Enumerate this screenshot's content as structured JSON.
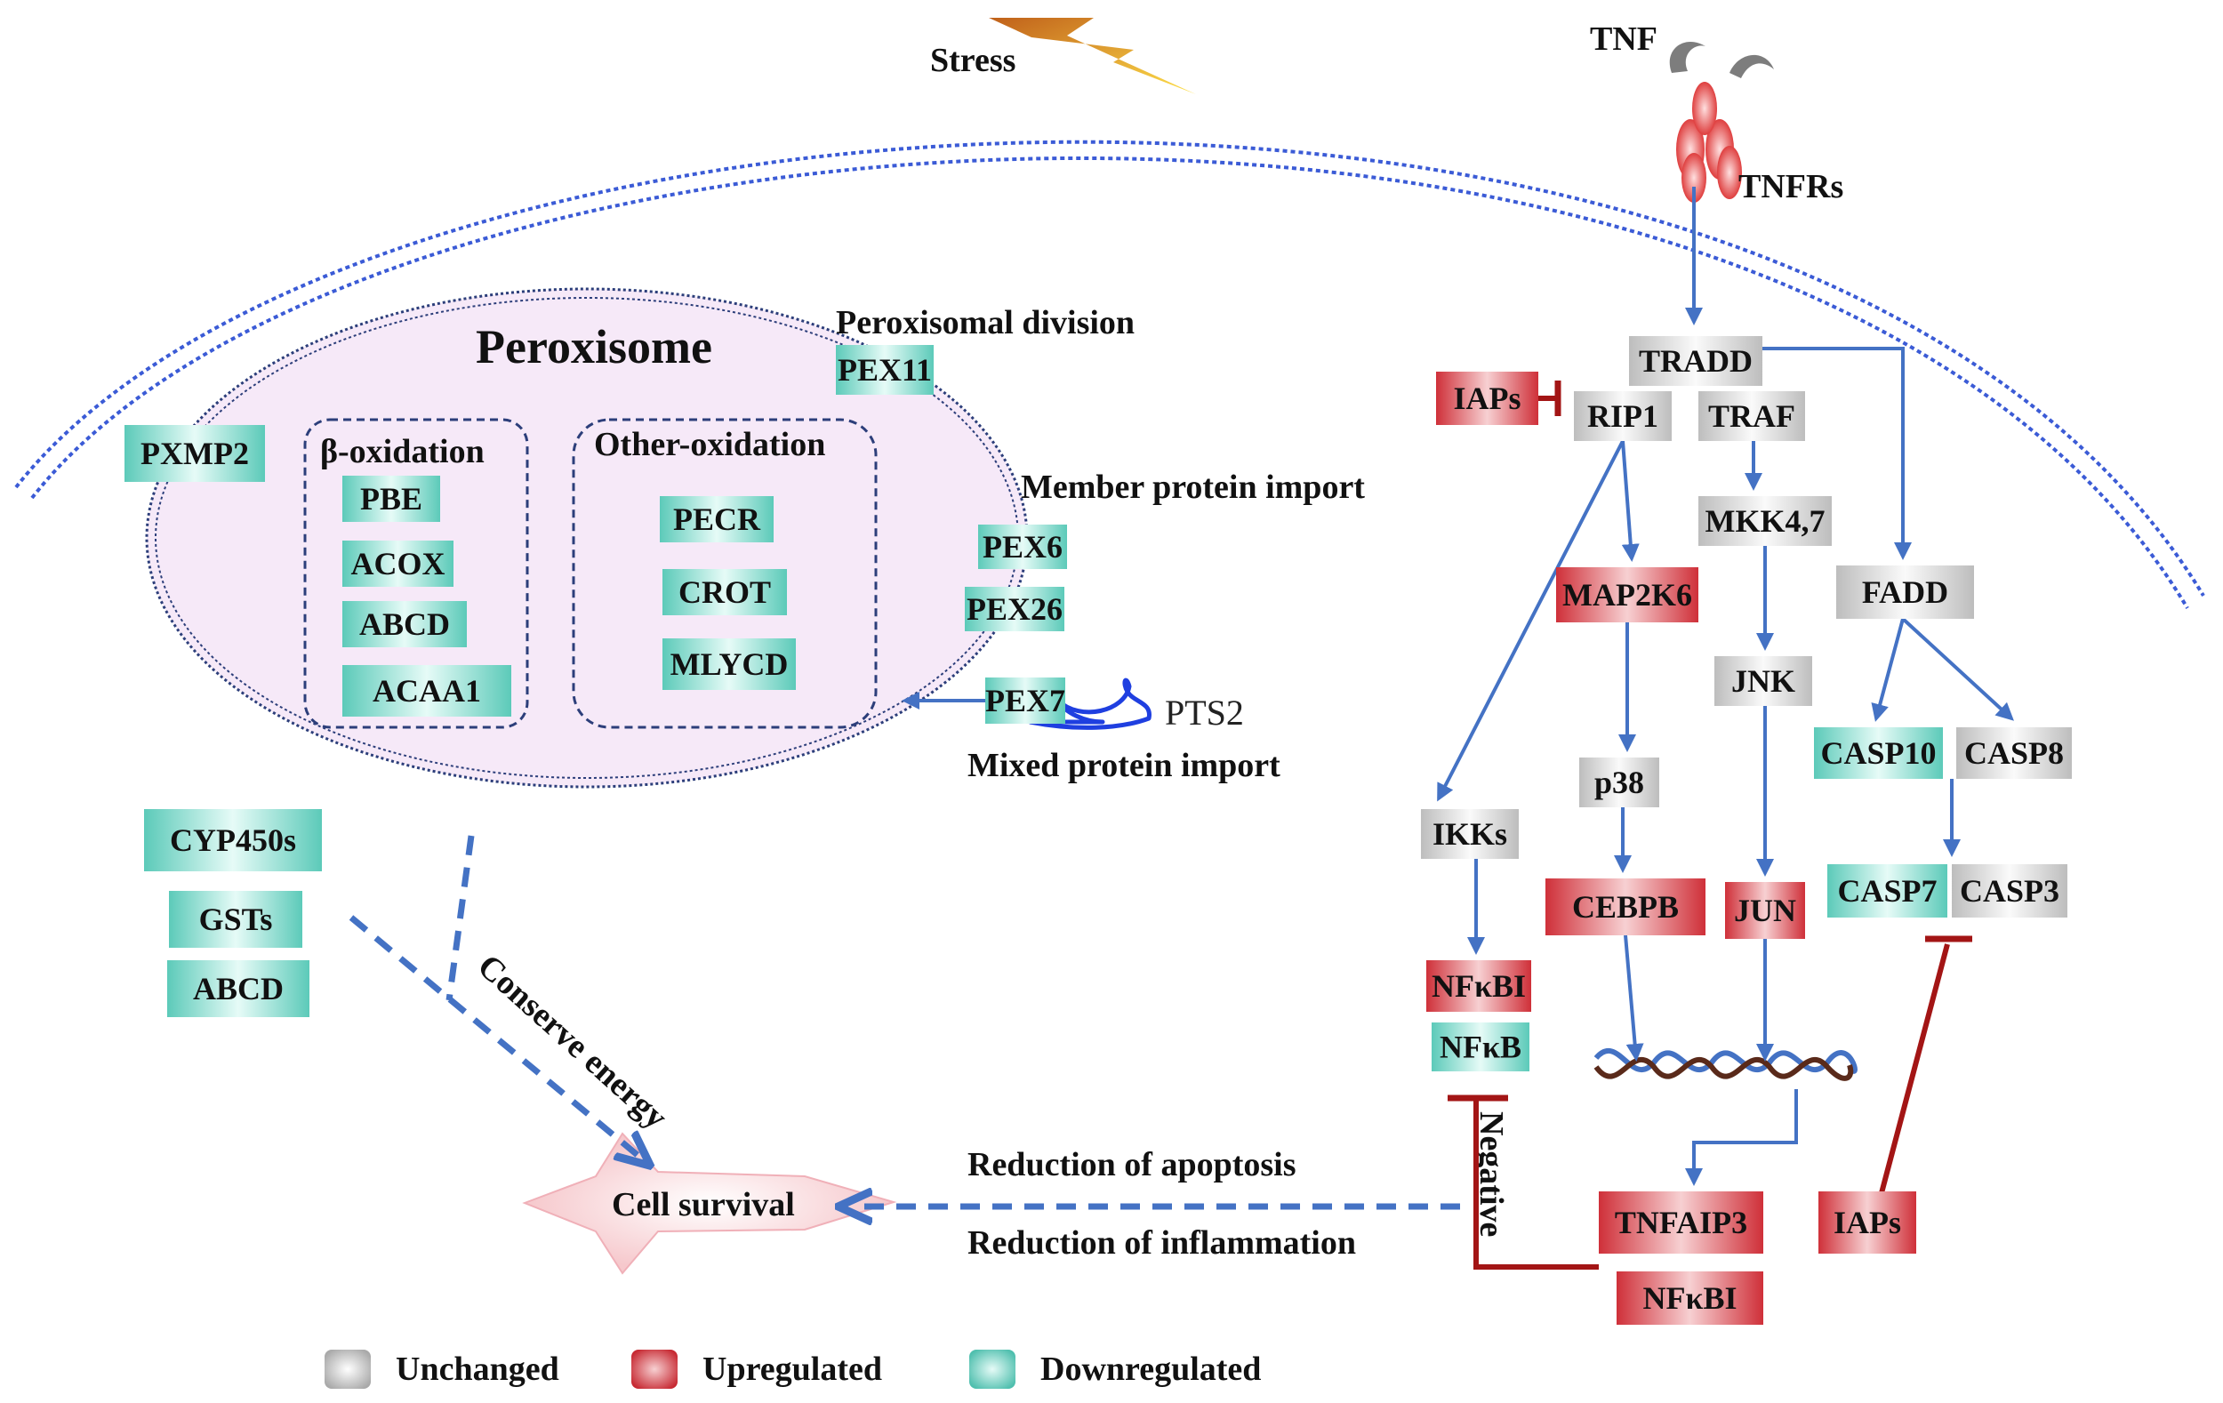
{
  "title": "Peroxisome",
  "labels": {
    "stress": "Stress",
    "tnf": "TNF",
    "tnfrs": "TNFRs",
    "beta_oxidation": "β-oxidation",
    "other_oxidation": "Other-oxidation",
    "peroxisomal_division": "Peroxisomal division",
    "member_protein_import": "Member protein import",
    "mixed_protein_import": "Mixed protein import",
    "pts2": "PTS2",
    "conserve_energy": "Conserve energy",
    "cell_survival": "Cell survival",
    "reduction_apoptosis": "Reduction of apoptosis",
    "reduction_inflammation": "Reduction of inflammation",
    "negative": "Negative"
  },
  "nodes": {
    "pxmp2": {
      "label": "PXMP2",
      "status": "down"
    },
    "pbe": {
      "label": "PBE",
      "status": "down"
    },
    "acox": {
      "label": "ACOX",
      "status": "down"
    },
    "abcd_beta": {
      "label": "ABCD",
      "status": "down"
    },
    "acaa1": {
      "label": "ACAA1",
      "status": "down"
    },
    "pecr": {
      "label": "PECR",
      "status": "down"
    },
    "crot": {
      "label": "CROT",
      "status": "down"
    },
    "mlycd": {
      "label": "MLYCD",
      "status": "down"
    },
    "pex11": {
      "label": "PEX11",
      "status": "down"
    },
    "pex6": {
      "label": "PEX6",
      "status": "down"
    },
    "pex26": {
      "label": "PEX26",
      "status": "down"
    },
    "pex7": {
      "label": "PEX7",
      "status": "down"
    },
    "cyp450s": {
      "label": "CYP450s",
      "status": "down"
    },
    "gsts": {
      "label": "GSTs",
      "status": "down"
    },
    "abcd": {
      "label": "ABCD",
      "status": "down"
    },
    "tradd": {
      "label": "TRADD",
      "status": "unchanged"
    },
    "iaps_top": {
      "label": "IAPs",
      "status": "up"
    },
    "rip1": {
      "label": "RIP1",
      "status": "unchanged"
    },
    "traf": {
      "label": "TRAF",
      "status": "unchanged"
    },
    "mkk47": {
      "label": "MKK4,7",
      "status": "unchanged"
    },
    "map2k6": {
      "label": "MAP2K6",
      "status": "up"
    },
    "fadd": {
      "label": "FADD",
      "status": "unchanged"
    },
    "jnk": {
      "label": "JNK",
      "status": "unchanged"
    },
    "p38": {
      "label": "p38",
      "status": "unchanged"
    },
    "ikks": {
      "label": "IKKs",
      "status": "unchanged"
    },
    "casp10": {
      "label": "CASP10",
      "status": "down"
    },
    "casp8": {
      "label": "CASP8",
      "status": "unchanged"
    },
    "cebpb": {
      "label": "CEBPB",
      "status": "up"
    },
    "jun": {
      "label": "JUN",
      "status": "up"
    },
    "casp7": {
      "label": "CASP7",
      "status": "down"
    },
    "casp3": {
      "label": "CASP3",
      "status": "unchanged"
    },
    "nfkbi_top": {
      "label": "NFκBI",
      "status": "up"
    },
    "nfkb": {
      "label": "NFκB",
      "status": "down"
    },
    "tnfaip3": {
      "label": "TNFAIP3",
      "status": "up"
    },
    "iaps_bottom": {
      "label": "IAPs",
      "status": "up"
    },
    "nfkbi_bottom": {
      "label": "NFκBI",
      "status": "up"
    }
  },
  "legend": [
    {
      "label": "Unchanged",
      "status": "unchanged"
    },
    {
      "label": "Upregulated",
      "status": "up"
    },
    {
      "label": "Downregulated",
      "status": "down"
    }
  ],
  "colors": {
    "down": "#6fd3c6",
    "up": "#d9454b",
    "unchanged": "#cfcfcf",
    "arrow": "#4472c4",
    "inhibit": "#a31515",
    "membrane": "#3b5bd6",
    "peroxisome_fill": "#f6e9f8",
    "pts2": "#1f3fe0"
  }
}
